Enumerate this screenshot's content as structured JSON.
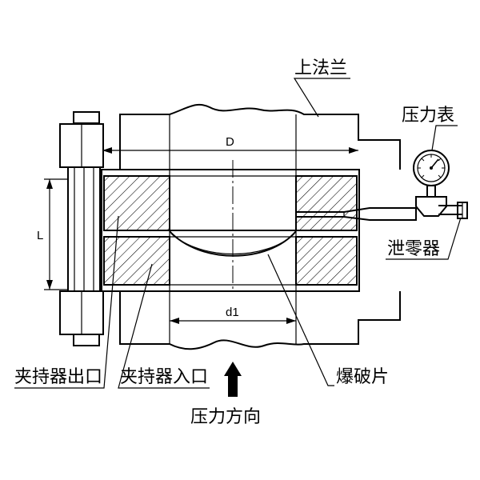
{
  "labels": {
    "upper_flange": "上法兰",
    "pressure_gauge": "压力表",
    "zero_relief": "泄零器",
    "holder_outlet": "夹持器出口",
    "holder_inlet": "夹持器入口",
    "rupture_disc": "爆破片",
    "pressure_direction": "压力方向"
  },
  "dimensions": {
    "D": "D",
    "d1": "d1",
    "L": "L"
  }
}
